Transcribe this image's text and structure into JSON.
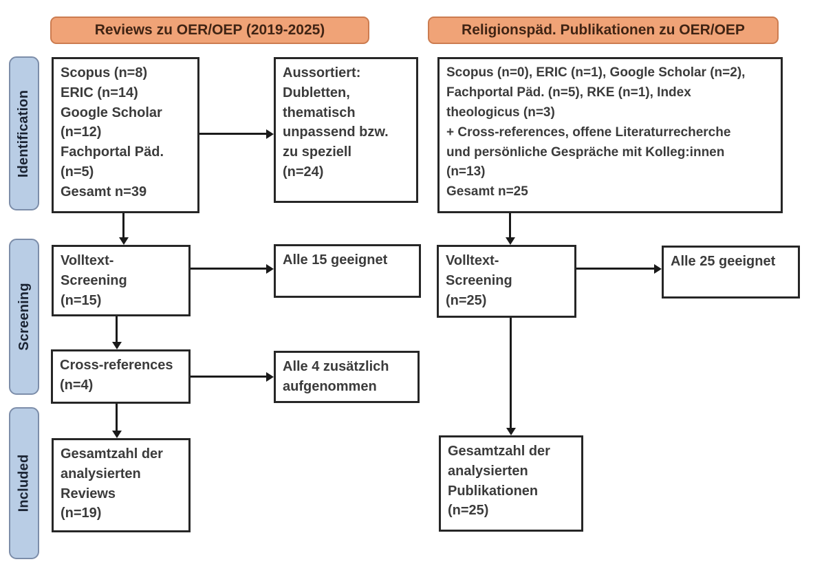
{
  "palette": {
    "header_fill": "#F0A377",
    "header_border": "#CC7C50",
    "header_text": "#402414",
    "stage_fill": "#B9CDE5",
    "stage_border": "#7C8DA9",
    "stage_text": "#1B2433",
    "box_border": "#262626",
    "box_text": "#3B3B3B",
    "arrow": "#1A1A1A"
  },
  "column_headers": {
    "left": "Reviews zu OER/OEP (2019-2025)",
    "right": "Religionspäd. Publikationen zu OER/OEP"
  },
  "stage_labels": {
    "identification": "Identification",
    "screening": "Screening",
    "included": "Included"
  },
  "left_column": {
    "identification_box": "Scopus (n=8)\nERIC (n=14)\nGoogle Scholar\n(n=12)\nFachportal Päd.\n(n=5)\nGesamt n=39",
    "excluded_box": "Aussortiert:\nDubletten,\nthematisch\nunpassend bzw.\nzu speziell\n(n=24)",
    "screening_box": "Volltext-\nScreening\n(n=15)",
    "screening_result_box": "Alle 15 geeignet",
    "crossref_box": "Cross-references\n(n=4)",
    "crossref_result_box": "Alle 4 zusätzlich\naufgenommen",
    "included_box": "Gesamtzahl der\nanalysierten\nReviews\n(n=19)"
  },
  "right_column": {
    "identification_box": "Scopus (n=0), ERIC (n=1), Google Scholar (n=2),\nFachportal Päd. (n=5), RKE (n=1), Index\ntheologicus (n=3)\n+ Cross-references, offene Literaturrecherche\nund persönliche Gespräche mit Kolleg:innen\n(n=13)\nGesamt n=25",
    "screening_box": "Volltext-\nScreening\n(n=25)",
    "screening_result_box": "Alle 25 geeignet",
    "included_box": "Gesamtzahl der\nanalysierten\nPublikationen\n(n=25)"
  }
}
